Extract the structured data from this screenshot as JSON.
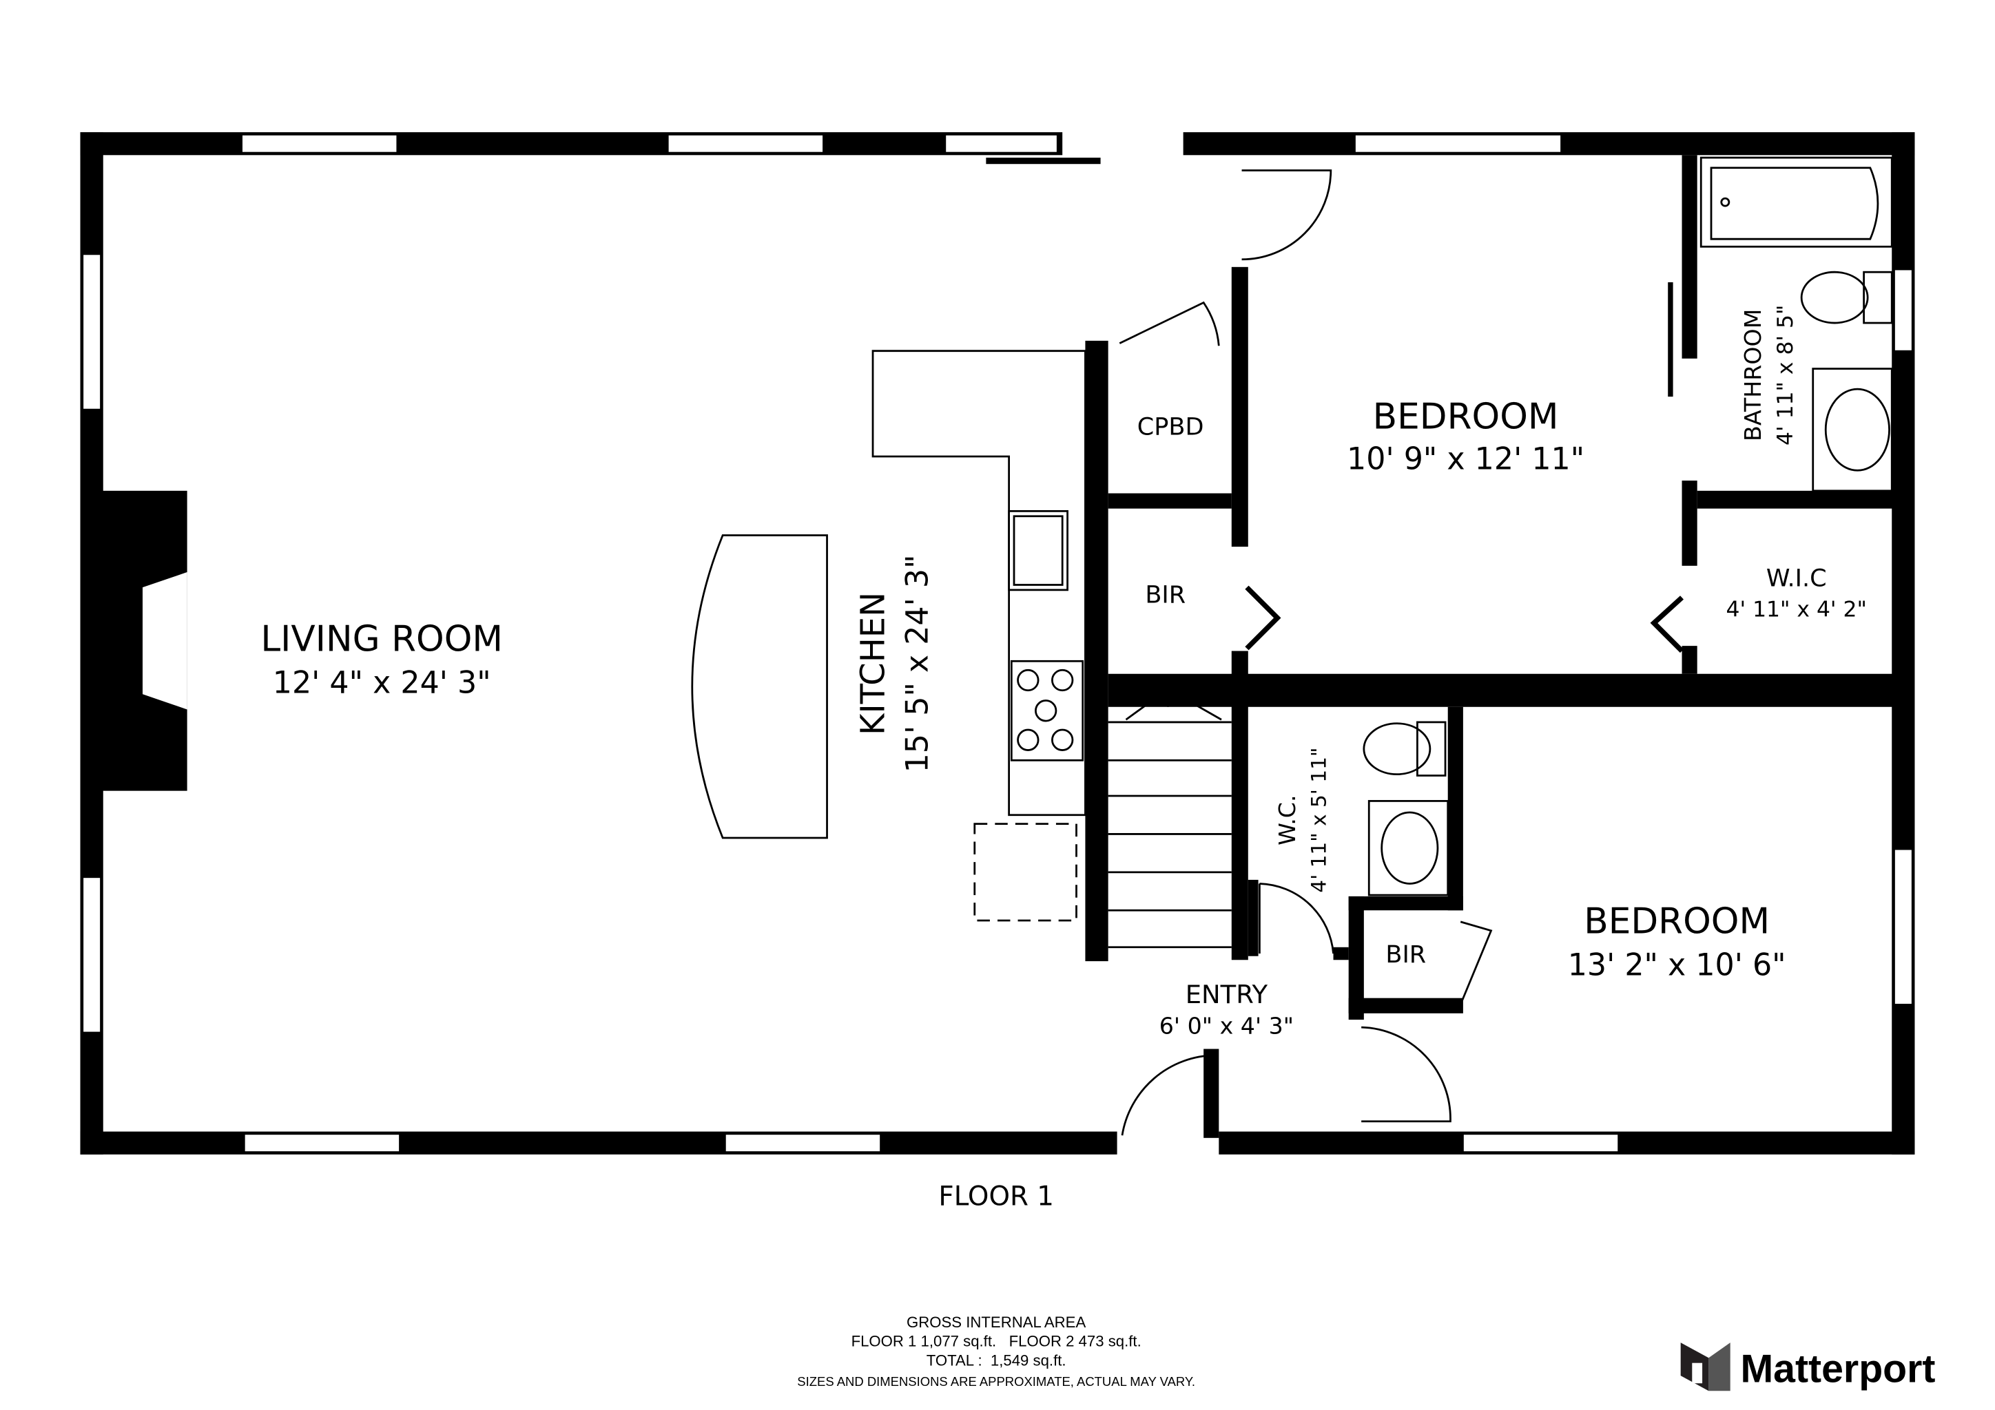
{
  "rooms": {
    "living": {
      "name": "LIVING ROOM",
      "size": "12' 4\" x 24' 3\""
    },
    "kitchen": {
      "name": "KITCHEN",
      "size": "15' 5\" x 24' 3\""
    },
    "cpbd": {
      "name": "CPBD"
    },
    "bir1": {
      "name": "BIR"
    },
    "bedroom1": {
      "name": "BEDROOM",
      "size": "10' 9\" x 12' 11\""
    },
    "bathroom": {
      "name": "BATHROOM",
      "size": "4' 11\" x 8' 5\""
    },
    "wic": {
      "name": "W.I.C",
      "size": "4' 11\" x 4' 2\""
    },
    "wc": {
      "name": "W.C.",
      "size": "4' 11\" x 5' 11\""
    },
    "bir2": {
      "name": "BIR"
    },
    "bedroom2": {
      "name": "BEDROOM",
      "size": "13' 2\" x 10' 6\""
    },
    "entry": {
      "name": "ENTRY",
      "size": "6' 0\" x 4' 3\""
    }
  },
  "floor_label": "FLOOR 1",
  "area": {
    "title": "GROSS INTERNAL AREA",
    "floors": "FLOOR 1 1,077 sq.ft.   FLOOR 2 473 sq.ft.",
    "total": "TOTAL :  1,549 sq.ft.",
    "disclaimer": "SIZES AND DIMENSIONS ARE APPROXIMATE, ACTUAL MAY VARY."
  },
  "brand": {
    "name": "Matterport",
    "color": "#231f20"
  },
  "colors": {
    "wall": "#000000",
    "background": "#ffffff",
    "disclaimer": "#666666"
  }
}
